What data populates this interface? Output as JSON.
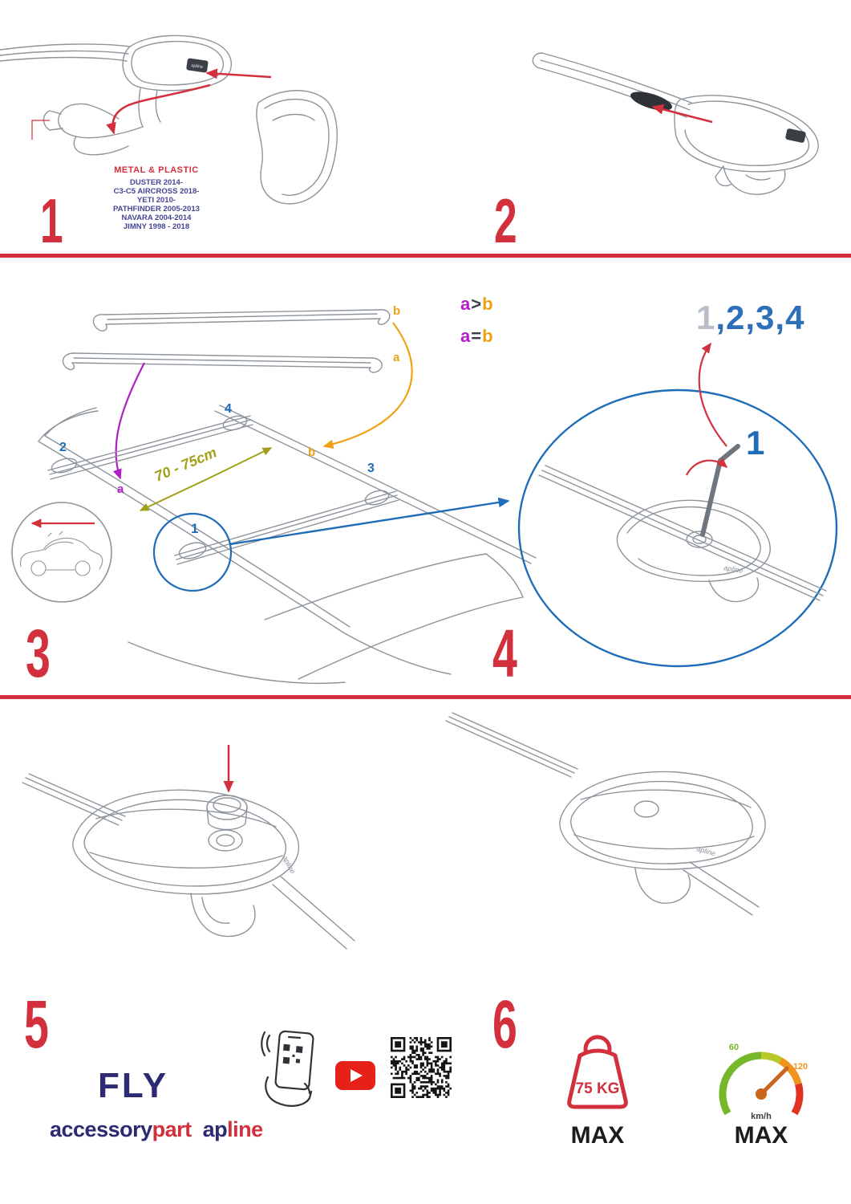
{
  "colors": {
    "accent_red": "#d2303c",
    "blue": "#1f6cb8",
    "sequence_blue": "#2e6fba",
    "sequence_gray": "#b9bfc6",
    "purple": "#b01fc4",
    "orange": "#f0a114",
    "olive": "#a2a018",
    "navy": "#2b2a72",
    "gauge_green": "#76b82a",
    "gauge_orange": "#f0931f",
    "gauge_red": "#e03323",
    "youtube_red": "#e62117",
    "lineart_gray": "#8d949c"
  },
  "steps": {
    "s1": "1",
    "s2": "2",
    "s3": "3",
    "s4": "4",
    "s5": "5",
    "s6": "6"
  },
  "panel1": {
    "material_label": "METAL & PLASTIC",
    "models": [
      "DUSTER 2014-",
      "C3-C5 AIRCROSS 2018-",
      "YETI 2010-",
      "PATHFINDER 2005-2013",
      "NAVARA 2004-2014",
      "JIMNY 1998 - 2018"
    ]
  },
  "panel3": {
    "bar_b": "b",
    "bar_a": "a",
    "rule_gt": {
      "a": "a",
      "op": ">",
      "b": "b"
    },
    "rule_eq": {
      "a": "a",
      "op": "=",
      "b": "b"
    },
    "clamp1": "1",
    "clamp2": "2",
    "clamp3": "3",
    "clamp4": "4",
    "roof_a": "a",
    "roof_b": "b",
    "distance": "70 - 75cm"
  },
  "panel4": {
    "sequence_first": "1",
    "sequence_rest": ",2,3,4",
    "highlight": "1"
  },
  "pad_logo": "apline",
  "footer": {
    "fly": "FLY",
    "brand": {
      "accessory": "accessory",
      "part": "part",
      "ap": "ap",
      "line": "line"
    },
    "weight_value": "75 KG",
    "weight_max": "MAX",
    "speed_low": "60",
    "speed_high": "120",
    "speed_unit": "km/h",
    "speed_max": "MAX"
  }
}
